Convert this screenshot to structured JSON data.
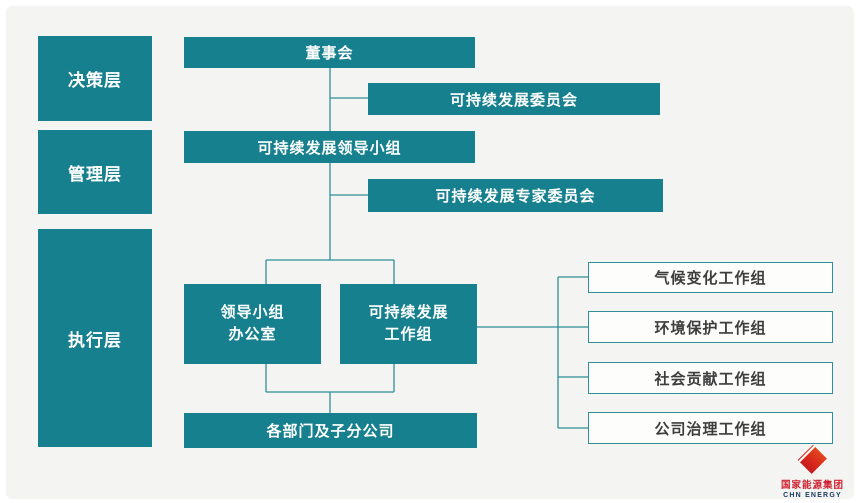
{
  "colors": {
    "teal_box": "#17808e",
    "connector_line": "#2f8f99",
    "panel_background": "#f4f5f2",
    "white_box_border": "#2f8f99",
    "white_box_text": "#3d3d3d",
    "logo_red": "#cf2030",
    "logo_navy": "#1c3a64"
  },
  "layers": [
    {
      "label": "决策层"
    },
    {
      "label": "管理层"
    },
    {
      "label": "执行层"
    }
  ],
  "nodes": {
    "board": {
      "label": "董事会"
    },
    "sustainability_committee": {
      "label": "可持续发展委员会"
    },
    "leading_group": {
      "label": "可持续发展领导小组"
    },
    "expert_committee": {
      "label": "可持续发展专家委员会"
    },
    "leading_group_office": {
      "line1": "领导小组",
      "line2": "办公室"
    },
    "sustainability_working_group": {
      "line1": "可持续发展",
      "line2": "工作组"
    },
    "departments": {
      "label": "各部门及子分公司"
    }
  },
  "working_groups": [
    {
      "label": "气候变化工作组"
    },
    {
      "label": "环境保护工作组"
    },
    {
      "label": "社会贡献工作组"
    },
    {
      "label": "公司治理工作组"
    }
  ],
  "logo": {
    "company_cn": "国家能源集团",
    "company_en": "CHN ENERGY"
  }
}
